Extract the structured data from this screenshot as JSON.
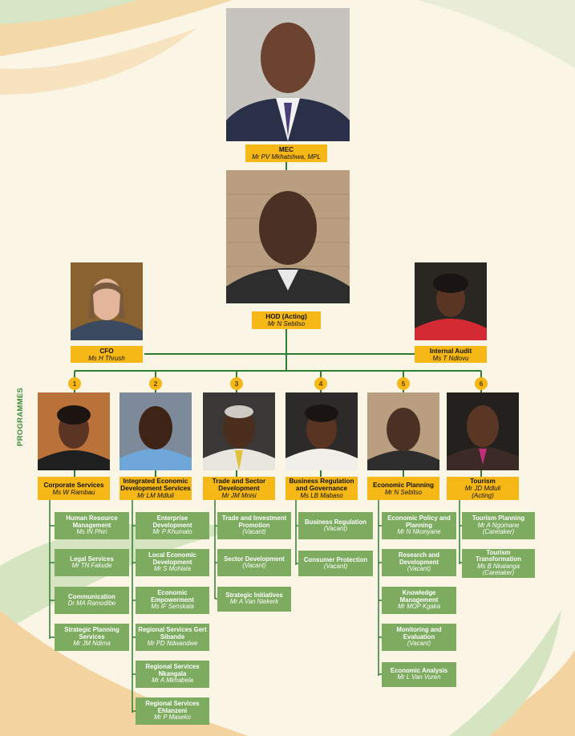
{
  "section_label": "PROGRAMMES",
  "colors": {
    "accent_yellow": "#f6b816",
    "box_green": "#7dab5f",
    "line_green": "#2e7d32",
    "background": "#fbf5e6"
  },
  "mec": {
    "title": "MEC",
    "name": "Mr PV Mkhatshwa, MPL"
  },
  "hod": {
    "title": "HOD (Acting)",
    "name": "Mr N Sebitso"
  },
  "cfo": {
    "title": "CFO",
    "name": "Ms H Thrush"
  },
  "audit": {
    "title": "Internal Audit",
    "name": "Ms T Ndlovu"
  },
  "programmes": [
    {
      "number": "1",
      "title": "Corporate Services",
      "name": "Ms W Rambau",
      "units": [
        {
          "title": "Human Resource Management",
          "name": "Ms IN Phiri"
        },
        {
          "title": "Legal Services",
          "name": "Mr TN Fakude"
        },
        {
          "title": "Communication",
          "name": "Dr MA Ramodibe"
        },
        {
          "title": "Strategic Planning Services",
          "name": "Mr JM Ndima"
        }
      ]
    },
    {
      "number": "2",
      "title": "Integrated Economic Development Services",
      "name": "Mr LM Mdluli",
      "units": [
        {
          "title": "Enterprise Development",
          "name": "Mr P Khumalo"
        },
        {
          "title": "Local Economic Development",
          "name": "Mr S Mohlala"
        },
        {
          "title": "Economic Empowerment",
          "name": "Ms IF Senskala"
        },
        {
          "title": "Regional Services Gert Sibande",
          "name": "Mr PD Ndwandwe"
        },
        {
          "title": "Regional Services Nkangala",
          "name": "Mr A Mkhabela"
        },
        {
          "title": "Regional Services Ehlanzeni",
          "name": "Mr P Maseko"
        }
      ]
    },
    {
      "number": "3",
      "title": "Trade and Sector Development",
      "name": "Mr JM Mnisi",
      "units": [
        {
          "title": "Trade and Investment Promotion",
          "name": "(Vacant)"
        },
        {
          "title": "Sector Development",
          "name": "(Vacant)"
        },
        {
          "title": "Strategic Initiatives",
          "name": "Mr A Van Niekerk"
        }
      ]
    },
    {
      "number": "4",
      "title": "Business Regulation and Governance",
      "name": "Ms LB Mabaso",
      "units": [
        {
          "title": "Business Regulation",
          "name": "(Vacant)"
        },
        {
          "title": "Consumer Protection",
          "name": "(Vacant)"
        }
      ]
    },
    {
      "number": "5",
      "title": "Economic Planning",
      "name": "Mr N Sebitso",
      "units": [
        {
          "title": "Economic Policy and Planning",
          "name": "Mr N Nkonyane"
        },
        {
          "title": "Research and Development",
          "name": "(Vacant)"
        },
        {
          "title": "Knowledge Management",
          "name": "Mr MOP Kgaka"
        },
        {
          "title": "Monitoring and Evaluation",
          "name": "(Vacant)"
        },
        {
          "title": "Economic Analysis",
          "name": "Mr L Van Vuren"
        }
      ]
    },
    {
      "number": "6",
      "title": "Tourism",
      "name": "Mr JD Mdluli",
      "name2": "(Acting)",
      "units": [
        {
          "title": "Tourism Planning",
          "name": "Mr A Ngomane",
          "name2": "(Caretaker)"
        },
        {
          "title": "Tourism Transformation",
          "name": "Ms B Nkalanga",
          "name2": "(Caretaker)"
        }
      ]
    }
  ]
}
